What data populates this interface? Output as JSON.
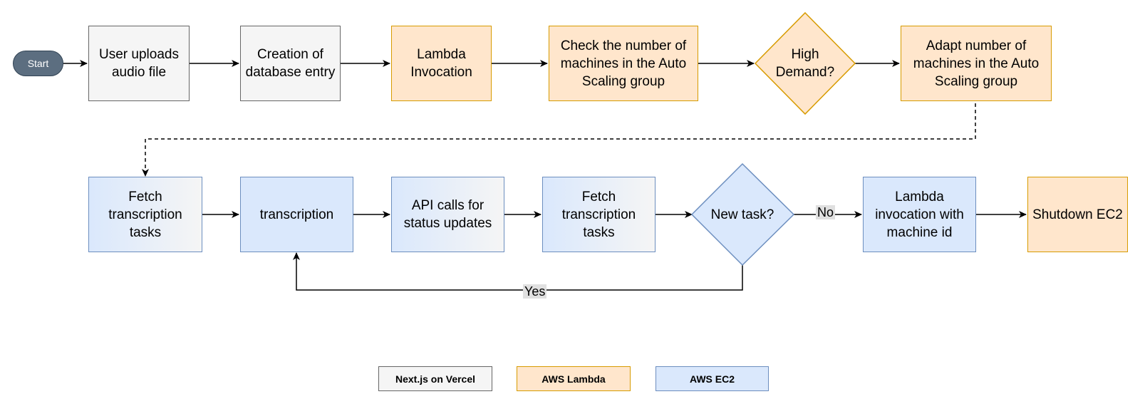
{
  "nodes": {
    "start": "Start",
    "user_uploads": "User uploads audio file",
    "create_entry": "Creation of database entry",
    "lambda_invocation": "Lambda Invocation",
    "check_machines": "Check the number of machines in the Auto Scaling group",
    "high_demand": "High Demand?",
    "adapt_machines": "Adapt number of machines in the Auto Scaling group",
    "fetch_tasks_1": "Fetch transcription tasks",
    "transcription": "transcription",
    "api_calls": "API calls for status updates",
    "fetch_tasks_2": "Fetch transcription tasks",
    "new_task": "New task?",
    "lambda_machine_id": "Lambda invocation with machine id",
    "shutdown": "Shutdown EC2"
  },
  "edge_labels": {
    "no": "No",
    "yes": "Yes"
  },
  "legend": {
    "vercel": "Next.js on Vercel",
    "lambda": "AWS Lambda",
    "ec2": "AWS EC2"
  },
  "colors": {
    "gray_fill": "#f5f5f5",
    "orange_fill": "#ffe6cc",
    "blue_fill": "#dae8fc",
    "start_fill": "#5c6e80"
  }
}
